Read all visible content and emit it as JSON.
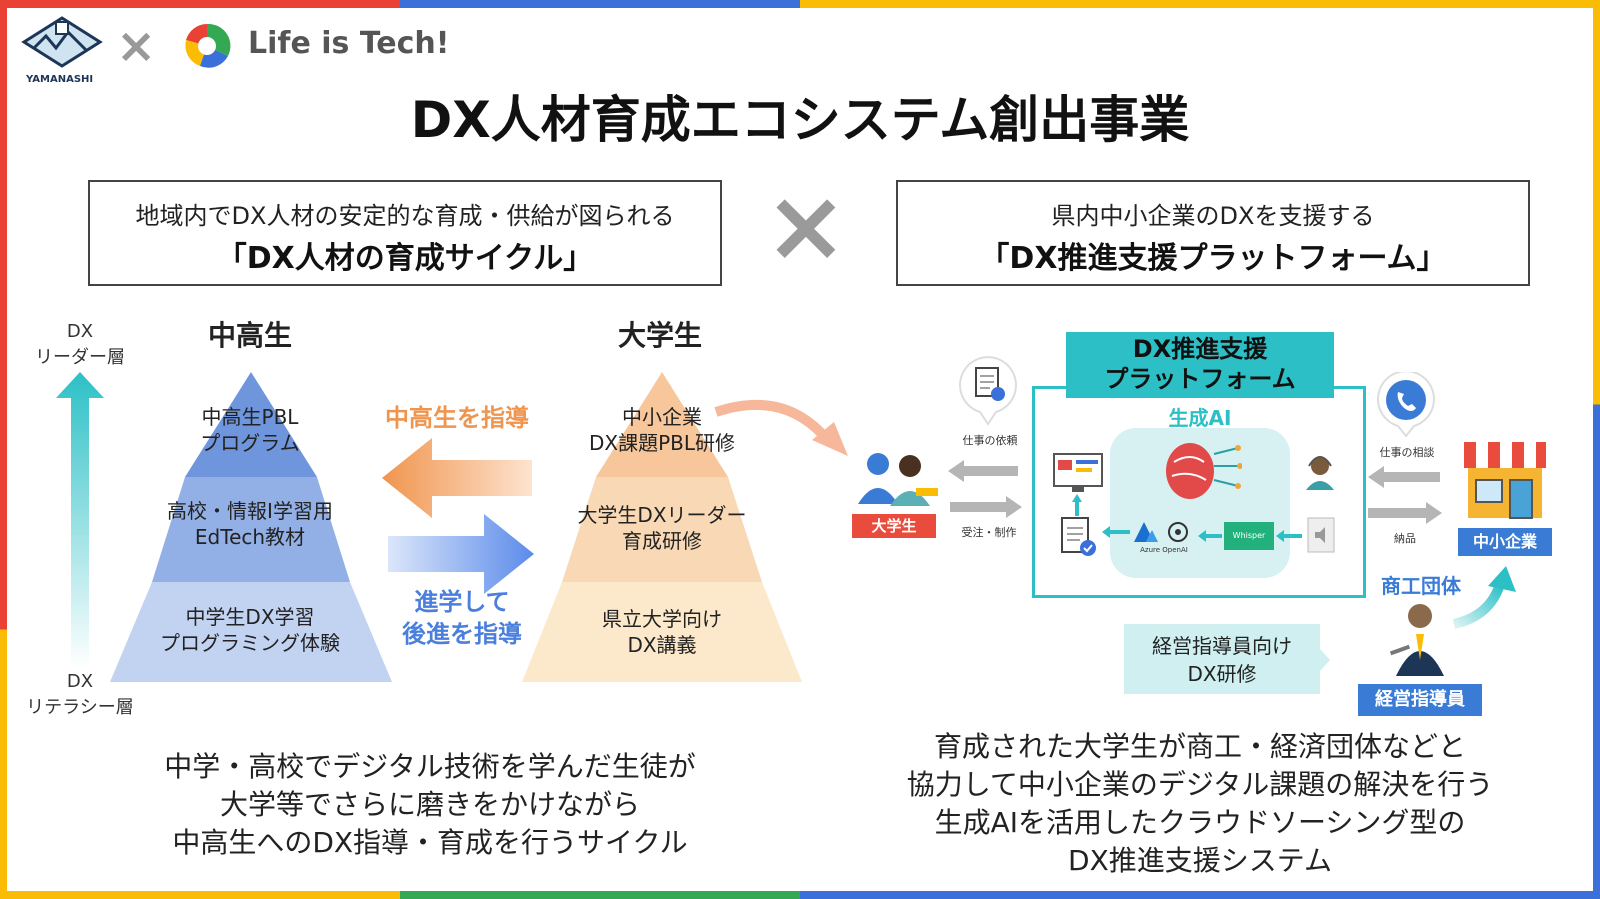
{
  "header": {
    "logo_text": "YAMANASHI",
    "times_symbol": "×",
    "partner_name": "Life is Tech!",
    "title": "DX人材育成エコシステム創出事業"
  },
  "left_box": {
    "subtitle": "地域内でDX人材の安定的な育成・供給が図られる",
    "main": "「DX人材の育成サイクル」"
  },
  "center_times": "×",
  "right_box": {
    "subtitle": "県内中小企業のDXを支援する",
    "main": "「DX推進支援プラットフォーム」"
  },
  "axis": {
    "top_label_1": "DX",
    "top_label_2": "リーダー層",
    "bottom_label_1": "DX",
    "bottom_label_2": "リテラシー層"
  },
  "pyramid_left": {
    "title": "中高生",
    "tiers": [
      {
        "line1": "中高生PBL",
        "line2": "プログラム"
      },
      {
        "line1": "高校・情報I学習用",
        "line2": "EdTech教材"
      },
      {
        "line1": "中学生DX学習",
        "line2": "プログラミング体験"
      }
    ]
  },
  "pyramid_right": {
    "title": "大学生",
    "tiers": [
      {
        "line1": "中小企業",
        "line2": "DX課題PBL研修"
      },
      {
        "line1": "大学生DXリーダー",
        "line2": "育成研修"
      },
      {
        "line1": "県立大学向け",
        "line2": "DX講義"
      }
    ]
  },
  "arrows": {
    "guide_label": "中高生を指導",
    "advance_label_1": "進学して",
    "advance_label_2": "後進を指導"
  },
  "platform": {
    "title_1": "DX推進支援",
    "title_2": "プラットフォーム",
    "ai_label": "生成AI",
    "azure_label": "Azure OpenAI",
    "whisper_label": "Whisper",
    "request_label": "仕事の依頼",
    "order_label": "受注・制作",
    "consult_label": "仕事の相談",
    "delivery_label": "納品",
    "student_tag": "大学生",
    "sme_tag": "中小企業",
    "assoc_label": "商工団体",
    "training_1": "経営指導員向け",
    "training_2": "DX研修",
    "advisor_tag": "経営指導員"
  },
  "descriptions": {
    "left": [
      "中学・高校でデジタル技術を学んだ生徒が",
      "大学等でさらに磨きをかけながら",
      "中高生へのDX指導・育成を行うサイクル"
    ],
    "right": [
      "育成された大学生が商工・経済団体などと",
      "協力して中小企業のデジタル課題の解決を行う",
      "生成AIを活用したクラウドソーシング型の",
      "DX推進支援システム"
    ]
  },
  "colors": {
    "frame": [
      "#e94235",
      "#3b6fd9",
      "#fbbc05",
      "#34a853"
    ],
    "teal": "#2cc0c6",
    "blue_tag": "#3a7bd5",
    "red_tag": "#e94b3c",
    "pyramid_blue": [
      "#6f95dc",
      "#93b0e6",
      "#c2d3f2"
    ],
    "pyramid_orange": [
      "#f7c79b",
      "#f9d9b5",
      "#fce9cc"
    ]
  }
}
